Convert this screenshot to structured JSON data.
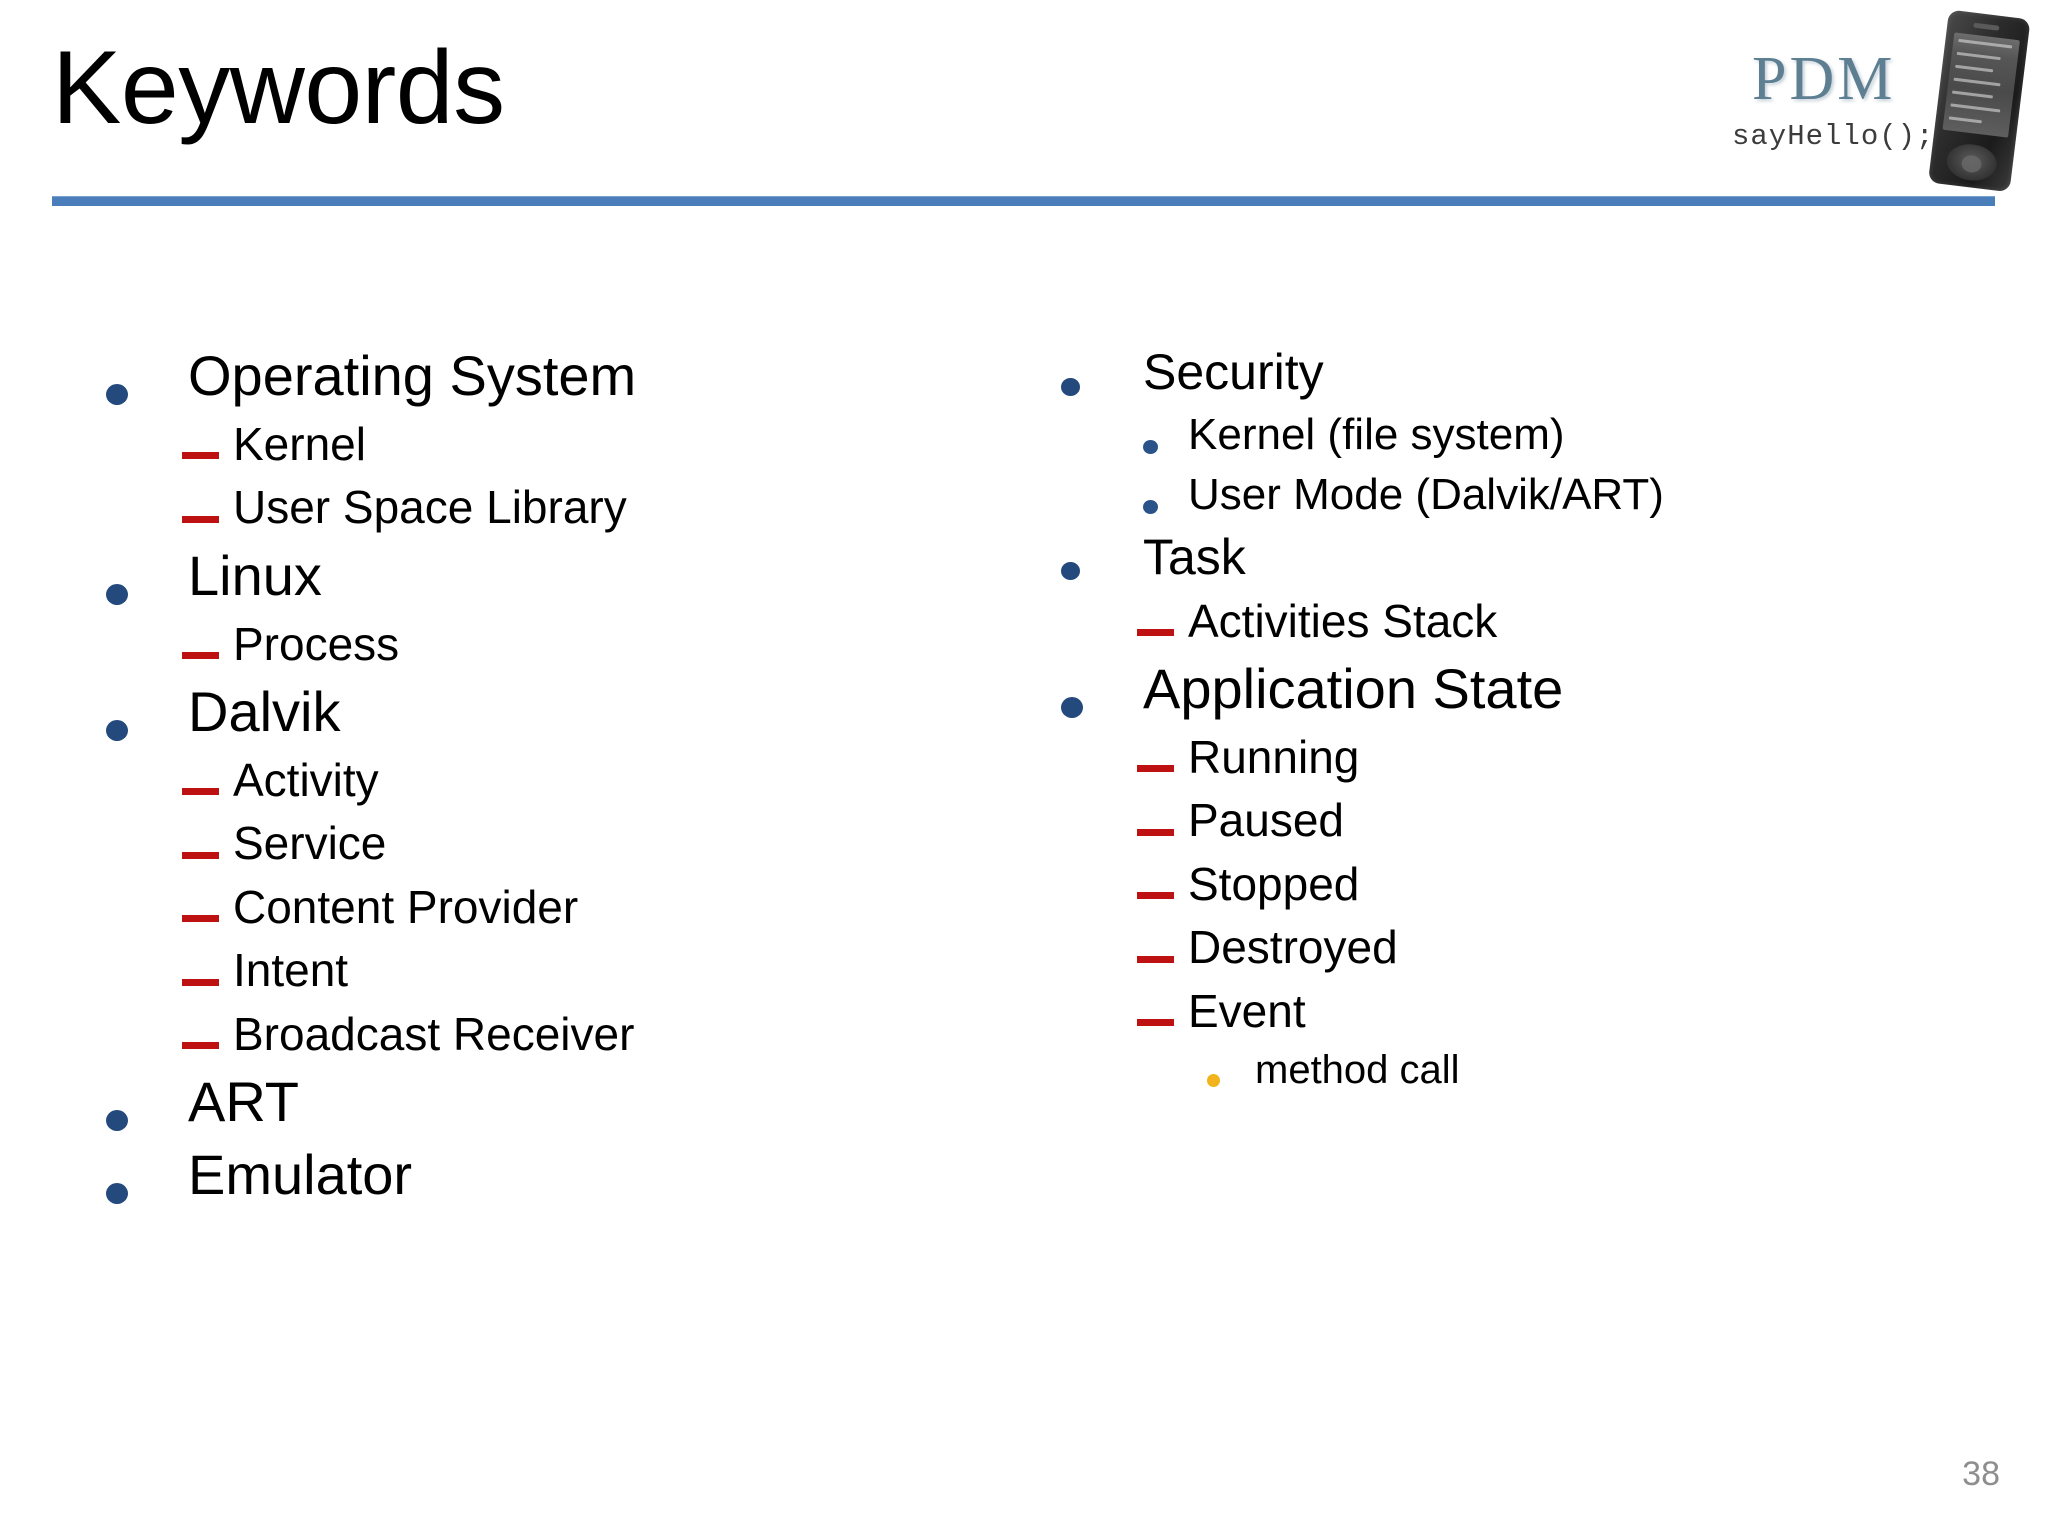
{
  "slide": {
    "title": "Keywords",
    "page_number": "38",
    "accent_rule_color": "#4A7EBB",
    "bullet_colors": {
      "level1": "#23497D",
      "level2_dash": "#BE1212",
      "level2_dot": "#2A5489",
      "level3_dot": "#F2B41C"
    },
    "title_color": "#000000",
    "page_number_color": "#8E8E8E"
  },
  "logo": {
    "name": "PDM",
    "tagline": "sayHello();",
    "device_icon": "pda-smartphone-icon",
    "pdm_color": "#5E7F92"
  },
  "columns": {
    "left": [
      {
        "level": 1,
        "bullet": "blue-dot",
        "text": "Operating System"
      },
      {
        "level": 2,
        "bullet": "red-dash",
        "text": "Kernel"
      },
      {
        "level": 2,
        "bullet": "red-dash",
        "text": "User Space Library"
      },
      {
        "level": 1,
        "bullet": "blue-dot",
        "text": "Linux"
      },
      {
        "level": 2,
        "bullet": "red-dash",
        "text": "Process"
      },
      {
        "level": 1,
        "bullet": "blue-dot",
        "text": "Dalvik"
      },
      {
        "level": 2,
        "bullet": "red-dash",
        "text": "Activity"
      },
      {
        "level": 2,
        "bullet": "red-dash",
        "text": "Service"
      },
      {
        "level": 2,
        "bullet": "red-dash",
        "text": "Content Provider"
      },
      {
        "level": 2,
        "bullet": "red-dash",
        "text": "Intent"
      },
      {
        "level": 2,
        "bullet": "red-dash",
        "text": "Broadcast Receiver"
      },
      {
        "level": 1,
        "bullet": "blue-dot",
        "text": "ART"
      },
      {
        "level": 1,
        "bullet": "blue-dot",
        "text": "Emulator"
      }
    ],
    "right": [
      {
        "level": 1,
        "bullet": "blue-dot",
        "text": "Security",
        "small": true
      },
      {
        "level": 2,
        "bullet": "blue-dot",
        "text": "Kernel (file system)"
      },
      {
        "level": 2,
        "bullet": "blue-dot",
        "text": "User Mode (Dalvik/ART)"
      },
      {
        "level": 1,
        "bullet": "blue-dot",
        "text": "Task",
        "small": true
      },
      {
        "level": 2,
        "bullet": "red-dash",
        "text": "Activities Stack"
      },
      {
        "level": 1,
        "bullet": "blue-dot",
        "text": "Application State"
      },
      {
        "level": 2,
        "bullet": "red-dash",
        "text": "Running"
      },
      {
        "level": 2,
        "bullet": "red-dash",
        "text": "Paused"
      },
      {
        "level": 2,
        "bullet": "red-dash",
        "text": "Stopped"
      },
      {
        "level": 2,
        "bullet": "red-dash",
        "text": "Destroyed"
      },
      {
        "level": 2,
        "bullet": "red-dash",
        "text": "Event"
      },
      {
        "level": 3,
        "bullet": "yellow-dot",
        "text": "method call"
      }
    ]
  }
}
